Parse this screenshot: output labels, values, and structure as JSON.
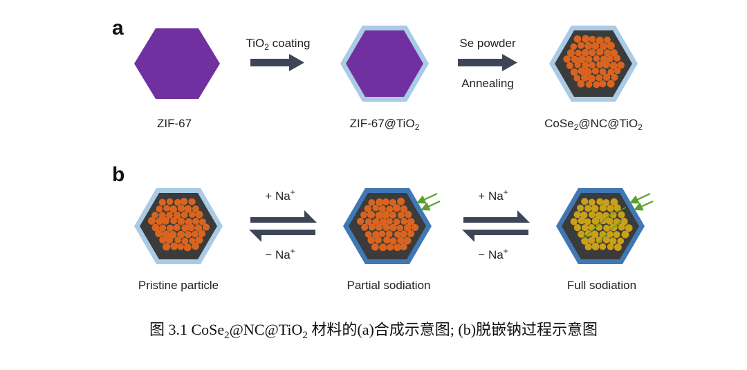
{
  "panel_a": {
    "letter": "a",
    "stage1": "ZIF-67",
    "arrow1_top": [
      "TiO",
      "2",
      " coating"
    ],
    "stage2": [
      "ZIF-67@TiO",
      "2"
    ],
    "arrow2_top": "Se powder",
    "arrow2_bottom": "Annealing",
    "stage3": [
      "CoSe",
      "2",
      "@NC@TiO",
      "2"
    ]
  },
  "panel_b": {
    "letter": "b",
    "plus_na_1": [
      "+ Na",
      "+"
    ],
    "minus_na_1": [
      "− Na",
      "+"
    ],
    "plus_na_2": [
      "+ Na",
      "+"
    ],
    "minus_na_2": [
      "− Na",
      "+"
    ],
    "stage1": "Pristine particle",
    "stage2": "Partial sodiation",
    "stage3": "Full sodiation"
  },
  "caption": {
    "prefix": "图  3.1 CoSe",
    "sub": "2",
    "suffix": "@NC@TiO",
    "sub2": "2",
    "tail": " 材料的(a)合成示意图; (b)脱嵌钠过程示意图"
  },
  "colors": {
    "zif": "#7030a0",
    "shell_light": "#a9cbe6",
    "shell_dark": "#3f78b5",
    "core": "#3b3b3b",
    "particle": "#d9641f",
    "particle_full": "#c9a018",
    "arrow": "#3d4656",
    "na_arrow": "#5aa02c"
  }
}
